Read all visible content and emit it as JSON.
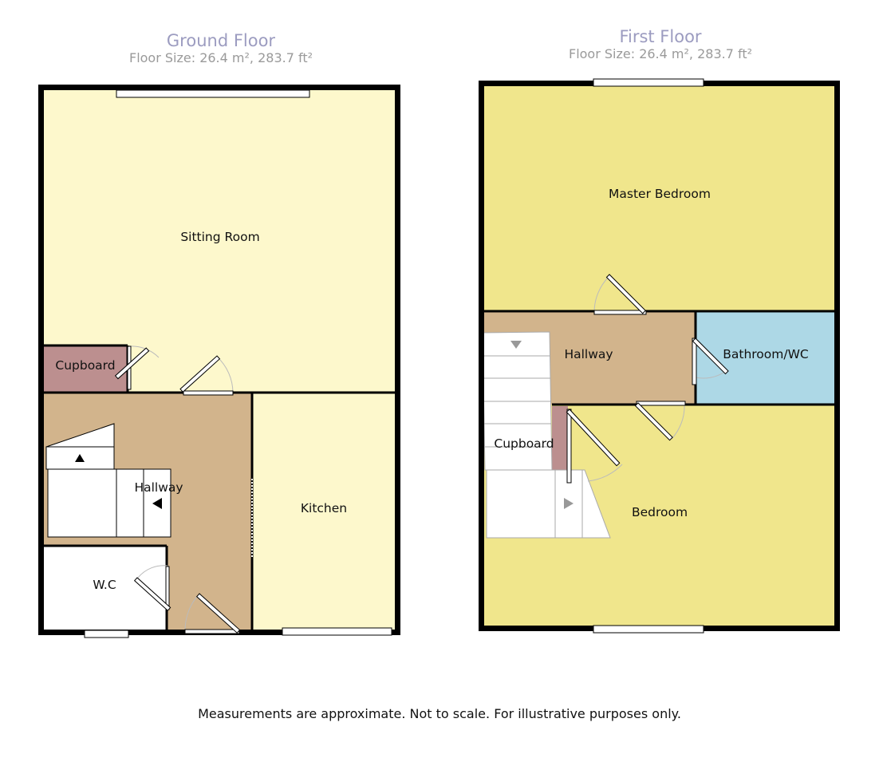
{
  "ground_floor": {
    "title": "Ground Floor",
    "size": "Floor Size: 26.4 m², 283.7 ft²",
    "rooms": {
      "sitting_room": "Sitting Room",
      "cupboard": "Cupboard",
      "hallway": "Hallway",
      "kitchen": "Kitchen",
      "wc": "W.C"
    }
  },
  "first_floor": {
    "title": "First Floor",
    "size": "Floor Size: 26.4 m², 283.7 ft²",
    "rooms": {
      "master_bedroom": "Master Bedroom",
      "hallway": "Hallway",
      "bathroom": "Bathroom/WC",
      "cupboard": "Cupboard",
      "bedroom": "Bedroom"
    }
  },
  "colors": {
    "light_yellow": "#fdf8cc",
    "yellow": "#f0e68c",
    "tan": "#d2b48c",
    "cupboard": "#bc8f8f",
    "blue": "#add8e6",
    "wall": "#000000"
  },
  "footer": "Measurements are approximate. Not to scale. For illustrative purposes only."
}
